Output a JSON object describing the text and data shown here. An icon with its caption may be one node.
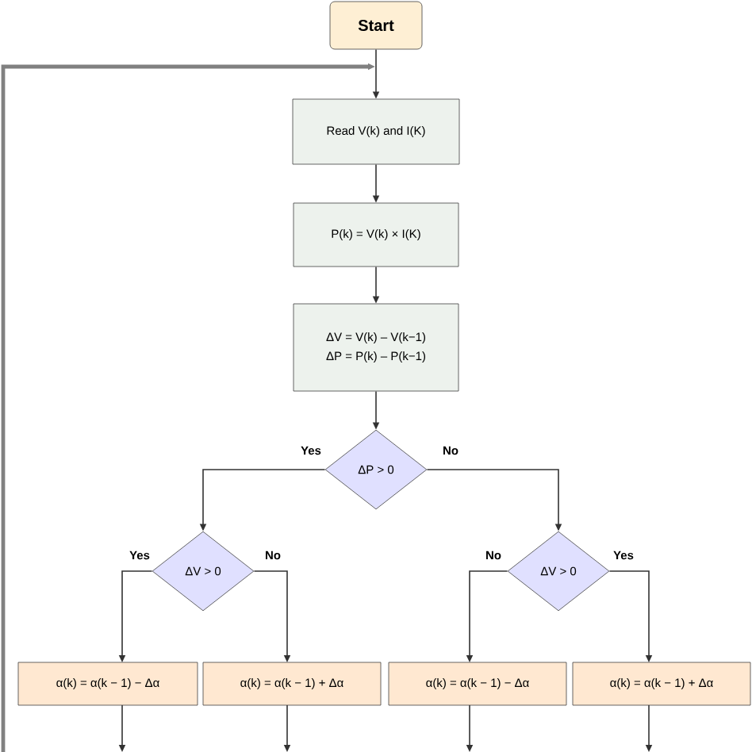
{
  "diagram": {
    "nodes": [
      {
        "text": [
          "Start"
        ]
      },
      {
        "text": [
          "Read V(k) and I(K)"
        ]
      },
      {
        "text": [
          "P(k) = V(k) × I(K)"
        ]
      },
      {
        "text": [
          "ΔV = V(k) – V(k−1)",
          "ΔP = P(k) – P(k−1)"
        ]
      },
      {
        "text": [
          "ΔP > 0"
        ]
      },
      {
        "text": [
          "ΔV > 0"
        ]
      },
      {
        "text": [
          "ΔV > 0"
        ]
      },
      {
        "text": [
          "α(k) = α(k − 1) − Δα"
        ]
      },
      {
        "text": [
          "α(k) = α(k − 1) + Δα"
        ]
      },
      {
        "text": [
          "α(k) = α(k − 1) − Δα"
        ]
      },
      {
        "text": [
          "α(k) = α(k − 1) + Δα"
        ]
      }
    ],
    "edges": [
      {
        "from": 0,
        "to": 1,
        "arrow": "to"
      },
      {
        "from": 1,
        "to": 2,
        "arrow": "to"
      },
      {
        "from": 2,
        "to": 3,
        "arrow": "to"
      },
      {
        "from": 3,
        "to": 4,
        "arrow": "to"
      },
      {
        "from": 4,
        "to": 5,
        "arrow": "to",
        "label": "Yes"
      },
      {
        "from": 4,
        "to": 6,
        "arrow": "to",
        "label": "No"
      },
      {
        "from": 5,
        "to": 7,
        "arrow": "to",
        "label": "Yes"
      },
      {
        "from": 5,
        "to": 8,
        "arrow": "to",
        "label": "No"
      },
      {
        "from": 6,
        "to": 9,
        "arrow": "to",
        "label": "No"
      },
      {
        "from": 6,
        "to": 10,
        "arrow": "to",
        "label": "Yes"
      },
      {
        "from": 7,
        "to": null,
        "arrow": "to"
      },
      {
        "from": 8,
        "to": null,
        "arrow": "to"
      },
      {
        "from": 9,
        "to": null,
        "arrow": "to"
      },
      {
        "from": 10,
        "to": null,
        "arrow": "to"
      },
      {
        "from": null,
        "to": 1,
        "arrow": "to",
        "style": "thick",
        "color": "#808080"
      }
    ]
  }
}
